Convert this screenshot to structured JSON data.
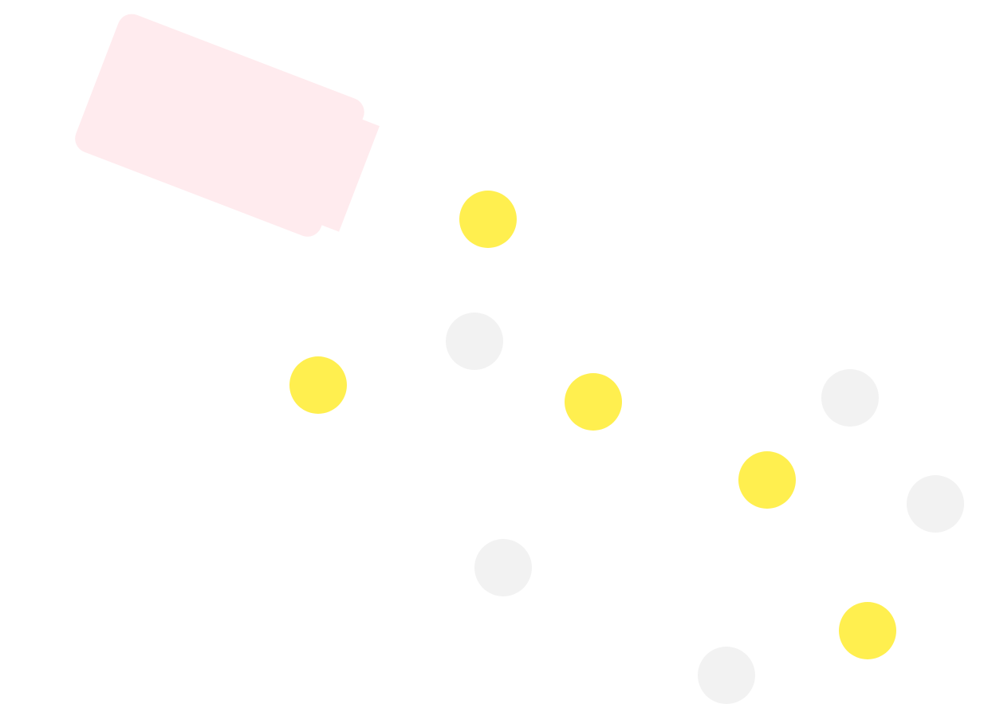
{
  "illustration": {
    "subject": "shaker-icon",
    "colors": {
      "background": "#ffffff",
      "shaker": "#ffebee",
      "granule_yellow": "#ffef4f",
      "granule_gray": "#f2f2f2"
    },
    "granules": [
      {
        "name": "granule-yellow",
        "color": "#ffef4f"
      },
      {
        "name": "granule-gray",
        "color": "#f2f2f2"
      },
      {
        "name": "granule-yellow",
        "color": "#ffef4f"
      },
      {
        "name": "granule-yellow",
        "color": "#ffef4f"
      },
      {
        "name": "granule-gray",
        "color": "#f2f2f2"
      },
      {
        "name": "granule-yellow",
        "color": "#ffef4f"
      },
      {
        "name": "granule-gray",
        "color": "#f2f2f2"
      },
      {
        "name": "granule-gray",
        "color": "#f2f2f2"
      },
      {
        "name": "granule-yellow",
        "color": "#ffef4f"
      },
      {
        "name": "granule-gray",
        "color": "#f2f2f2"
      }
    ]
  }
}
